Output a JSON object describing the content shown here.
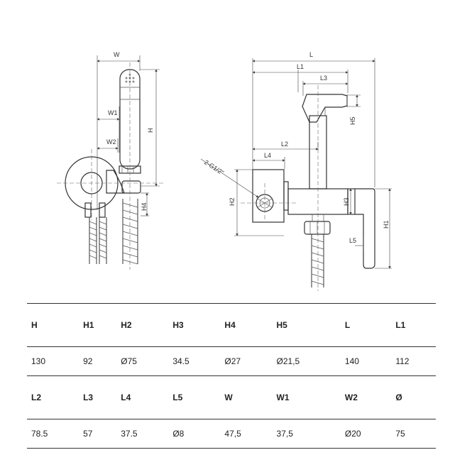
{
  "drawing_labels": {
    "W": "W",
    "W1": "W1",
    "W2": "W2",
    "H": "H",
    "H4": "H4",
    "L": "L",
    "L1": "L1",
    "L3": "L3",
    "L2": "L2",
    "L4": "L4",
    "H5": "H5",
    "H2": "H2",
    "H3": "H3",
    "H1": "H1",
    "L5": "L5",
    "thread": "2-G1/2\""
  },
  "table": {
    "rows": [
      {
        "kind": "hdr",
        "cells": [
          "H",
          "H1",
          "H2",
          "H3",
          "H4",
          "H5",
          "L",
          "L1"
        ]
      },
      {
        "kind": "val",
        "cells": [
          "130",
          "92",
          "Ø75",
          "34.5",
          "Ø27",
          "Ø21,5",
          "140",
          "112"
        ]
      },
      {
        "kind": "hdr",
        "cells": [
          "L2",
          "L3",
          "L4",
          "L5",
          "W",
          "W1",
          "W2",
          "Ø"
        ]
      },
      {
        "kind": "val",
        "cells": [
          "78.5",
          "57",
          "37.5",
          "Ø8",
          "47,5",
          "37,5",
          "Ø20",
          "75"
        ]
      }
    ]
  }
}
